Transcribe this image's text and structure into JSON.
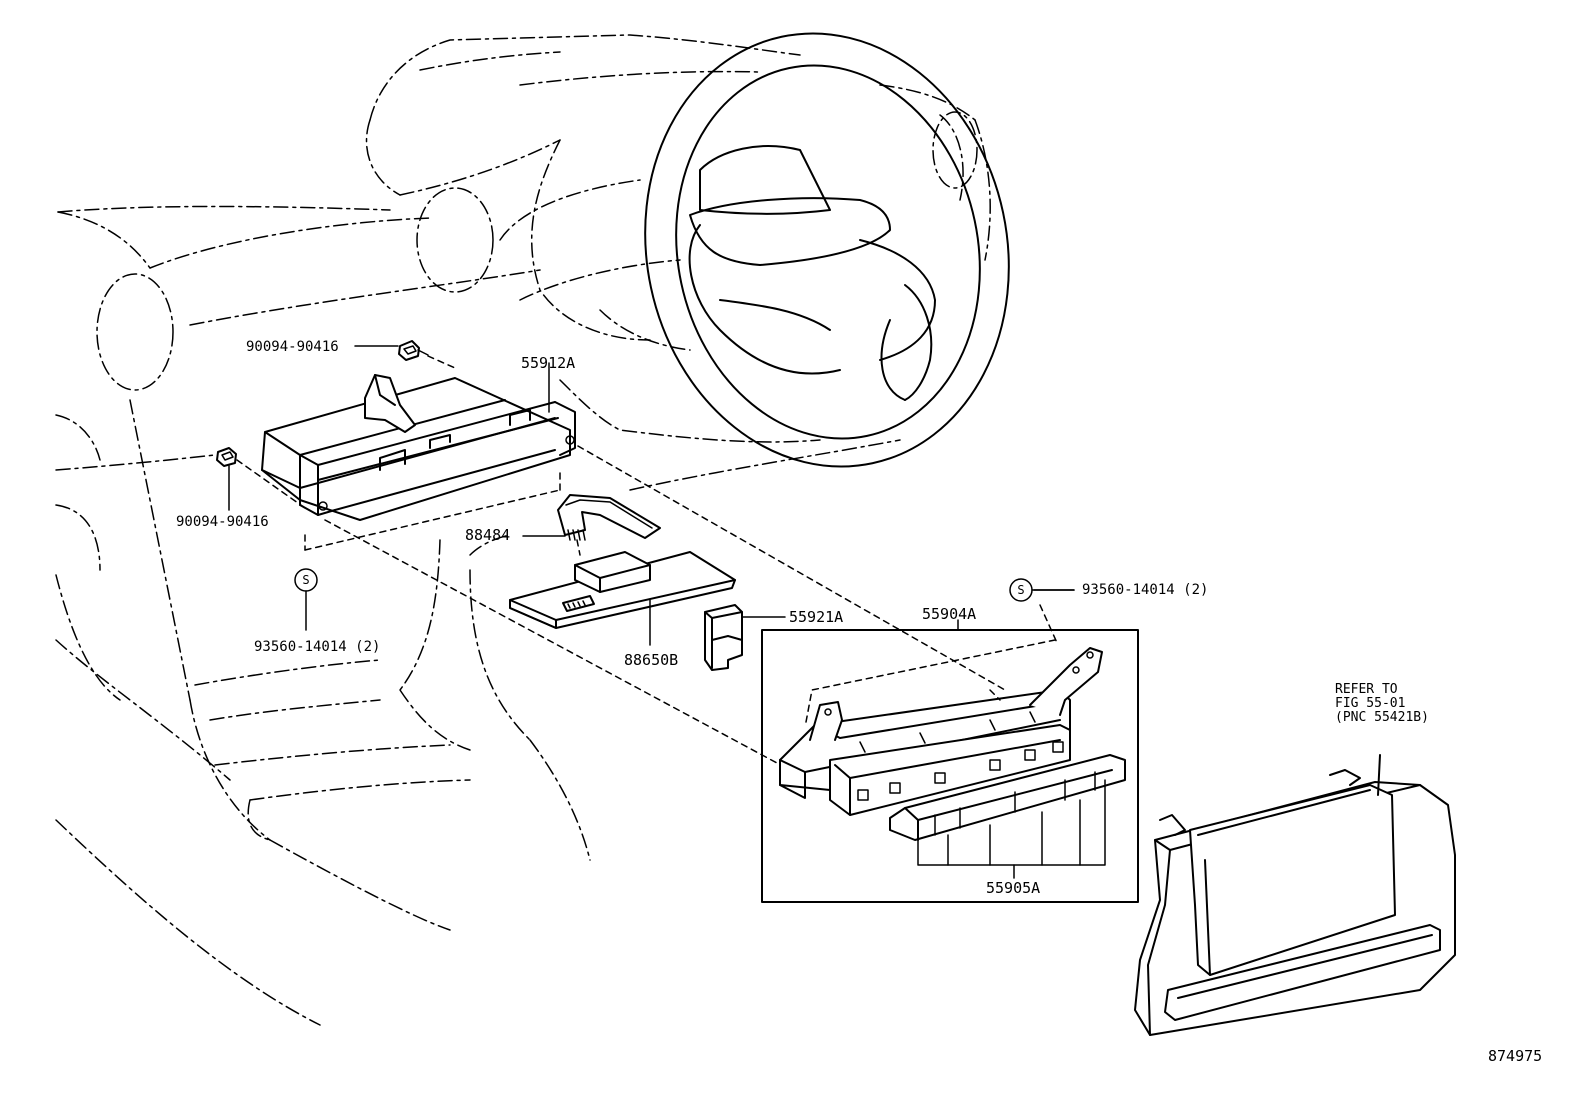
{
  "labels": {
    "bolt_top": "90094-90416",
    "bolt_left": "90094-90416",
    "bracket": "55912A",
    "connector": "88484",
    "board": "88650B",
    "socket": "55921A",
    "control_assy": "55904A",
    "knobs": "55905A",
    "screw_left": "93560-14014 (2)",
    "screw_right": "93560-14014 (2)",
    "screw_symbol": "S",
    "refer_line1": "REFER TO",
    "refer_line2": "FIG 55-01",
    "refer_line3": "(PNC 55421B)",
    "diagram_id": "874975"
  }
}
